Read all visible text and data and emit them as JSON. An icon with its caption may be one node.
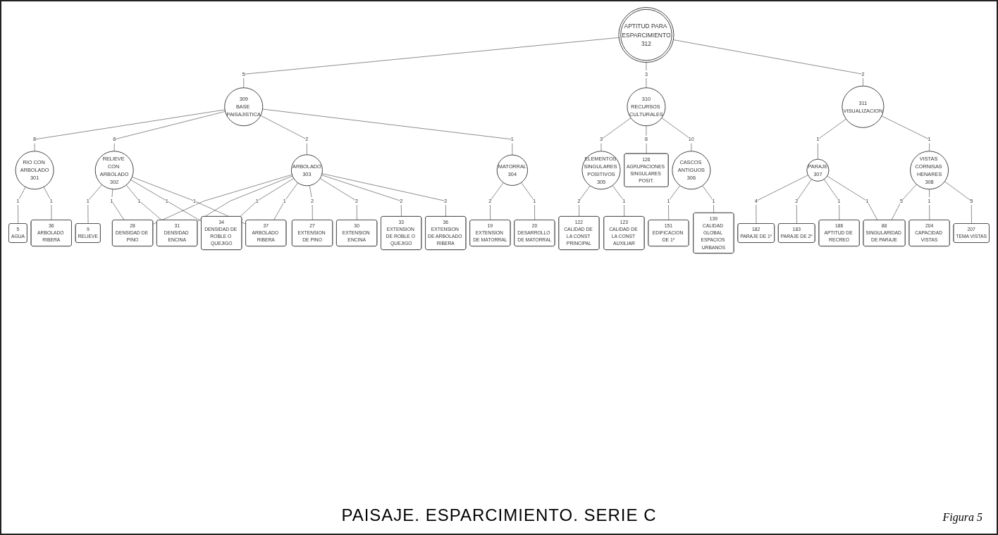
{
  "diagram": {
    "caption": "PAISAJE. ESPARCIMIENTO. SERIE C",
    "nodes": [
      {
        "text": [
          "APTITUD PARA ESPARCIMIENTO",
          "312"
        ]
      },
      {
        "text": [
          "309",
          "BASE PAISAJISTICA"
        ]
      },
      {
        "text": [
          "310",
          "RECURSOS CULTURALES"
        ]
      },
      {
        "text": [
          "311",
          "VISUALIZACION"
        ]
      },
      {
        "text": [
          "RIO CON ARBOLADO",
          "301"
        ]
      },
      {
        "text": [
          "RELIEVE CON ARBOLADO",
          "302"
        ]
      },
      {
        "text": [
          "ARBOLADO",
          "303"
        ]
      },
      {
        "text": [
          "MATORRAL",
          "304"
        ]
      },
      {
        "text": [
          "ELEMENTOS SINGULARES POSITIVOS",
          "305"
        ]
      },
      {
        "text": [
          "CASCOS ANTIGUOS",
          "306"
        ]
      },
      {
        "text": [
          "PARAJE",
          "307"
        ]
      },
      {
        "text": [
          "VISTAS CORNISAS HENARES",
          "308"
        ]
      },
      {
        "text": [
          "5",
          "AGUA"
        ]
      },
      {
        "text": [
          "36",
          "ARBOLADO RIBERA"
        ]
      },
      {
        "text": [
          "9",
          "RELIEVE"
        ]
      },
      {
        "text": [
          "28",
          "DENSIDAD DE PINO"
        ]
      },
      {
        "text": [
          "31",
          "DENSIDAD ENCINA"
        ]
      },
      {
        "text": [
          "34",
          "DENSIDAD DE ROBLE O QUEJIGO"
        ]
      },
      {
        "text": [
          "37",
          "ARBOLADO RIBERA"
        ]
      },
      {
        "text": [
          "27",
          "EXTENSION DE PINO"
        ]
      },
      {
        "text": [
          "30",
          "EXTENSION ENCINA"
        ]
      },
      {
        "text": [
          "33",
          "EXTENSION DE ROBLE O QUEJIGO"
        ]
      },
      {
        "text": [
          "36",
          "EXTENSION DE ARBOLADO RIBERA"
        ]
      },
      {
        "text": [
          "19",
          "EXTENSION DE MATORRAL"
        ]
      },
      {
        "text": [
          "20",
          "DESARROLLO DE MATORRAL"
        ]
      },
      {
        "text": [
          "122",
          "CALIDAD DE LA CONST PRINCIPAL"
        ]
      },
      {
        "text": [
          "123",
          "CALIDAD DE LA CONST AUXILIAR"
        ]
      },
      {
        "text": [
          "126",
          "AGRUPACIONES SINGULARES POSIT."
        ]
      },
      {
        "text": [
          "151",
          "EDIFICACION DE 1º"
        ]
      },
      {
        "text": [
          "139",
          "CALIDAD GLOBAL ESPACIOS URBANOS"
        ]
      },
      {
        "text": [
          "182",
          "PARAJE DE 1º"
        ]
      },
      {
        "text": [
          "183",
          "PARAJE DE 2º"
        ]
      },
      {
        "text": [
          "186",
          "APTITUD DE RECREO"
        ]
      },
      {
        "text": [
          "88",
          "SINGULARIDAD DE PARAJE"
        ]
      },
      {
        "text": [
          "204",
          "CAPACIDAD VISTAS"
        ]
      },
      {
        "text": [
          "207",
          "TEMA VISTAS"
        ]
      }
    ],
    "edges": [
      {
        "from": 0,
        "to": 1,
        "arrow": "none",
        "label": "5"
      },
      {
        "from": 0,
        "to": 2,
        "arrow": "none",
        "label": "3"
      },
      {
        "from": 0,
        "to": 3,
        "arrow": "none",
        "label": "2"
      },
      {
        "from": 1,
        "to": 4,
        "arrow": "none",
        "label": "8"
      },
      {
        "from": 1,
        "to": 5,
        "arrow": "none",
        "label": "6"
      },
      {
        "from": 1,
        "to": 6,
        "arrow": "none",
        "label": "2"
      },
      {
        "from": 1,
        "to": 7,
        "arrow": "none",
        "label": "1"
      },
      {
        "from": 2,
        "to": 8,
        "arrow": "none",
        "label": "3"
      },
      {
        "from": 2,
        "to": 27,
        "arrow": "none",
        "label": "8"
      },
      {
        "from": 2,
        "to": 9,
        "arrow": "none",
        "label": "10"
      },
      {
        "from": 3,
        "to": 10,
        "arrow": "none",
        "label": "1"
      },
      {
        "from": 3,
        "to": 11,
        "arrow": "none",
        "label": "1"
      },
      {
        "from": 4,
        "to": 12,
        "arrow": "none",
        "label": "1"
      },
      {
        "from": 4,
        "to": 13,
        "arrow": "none",
        "label": "1"
      },
      {
        "from": 5,
        "to": 14,
        "arrow": "none",
        "label": "1"
      },
      {
        "from": 5,
        "to": 15,
        "arrow": "none",
        "label": "1"
      },
      {
        "from": 5,
        "to": 16,
        "arrow": "none",
        "label": "1"
      },
      {
        "from": 5,
        "to": 17,
        "arrow": "none",
        "label": "1"
      },
      {
        "from": 5,
        "to": 18,
        "arrow": "none",
        "label": "1"
      },
      {
        "from": 6,
        "to": 15,
        "arrow": "none"
      },
      {
        "from": 6,
        "to": 16,
        "arrow": "none"
      },
      {
        "from": 6,
        "to": 17,
        "arrow": "none",
        "label": "1"
      },
      {
        "from": 6,
        "to": 18,
        "arrow": "none",
        "label": "1"
      },
      {
        "from": 6,
        "to": 19,
        "arrow": "none",
        "label": "2"
      },
      {
        "from": 6,
        "to": 20,
        "arrow": "none",
        "label": "2"
      },
      {
        "from": 6,
        "to": 21,
        "arrow": "none",
        "label": "2"
      },
      {
        "from": 6,
        "to": 22,
        "arrow": "none",
        "label": "2"
      },
      {
        "from": 7,
        "to": 23,
        "arrow": "none",
        "label": "2"
      },
      {
        "from": 7,
        "to": 24,
        "arrow": "none",
        "label": "1"
      },
      {
        "from": 8,
        "to": 25,
        "arrow": "none",
        "label": "2"
      },
      {
        "from": 8,
        "to": 26,
        "arrow": "none",
        "label": "1"
      },
      {
        "from": 9,
        "to": 28,
        "arrow": "none",
        "label": "1"
      },
      {
        "from": 9,
        "to": 29,
        "arrow": "none",
        "label": "1"
      },
      {
        "from": 10,
        "to": 30,
        "arrow": "none",
        "label": "4"
      },
      {
        "from": 10,
        "to": 31,
        "arrow": "none",
        "label": "2"
      },
      {
        "from": 10,
        "to": 32,
        "arrow": "none",
        "label": "1"
      },
      {
        "from": 10,
        "to": 33,
        "arrow": "none",
        "label": "1"
      },
      {
        "from": 11,
        "to": 33,
        "arrow": "none",
        "label": "5"
      },
      {
        "from": 11,
        "to": 34,
        "arrow": "none",
        "label": "1"
      },
      {
        "from": 11,
        "to": 35,
        "arrow": "none",
        "label": "5"
      }
    ],
    "labels": [
      "Figura 5"
    ]
  }
}
